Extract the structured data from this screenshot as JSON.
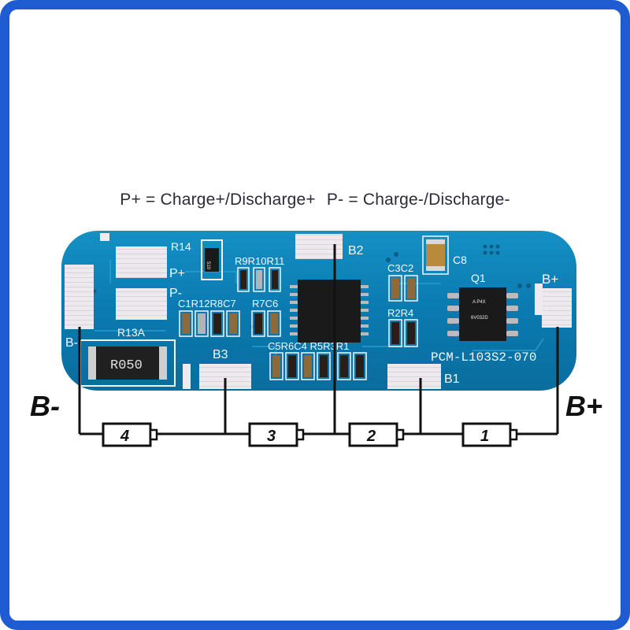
{
  "caption": {
    "pplus": "P+ = Charge+/Discharge+",
    "pminus": "P- = Charge-/Discharge-"
  },
  "board": {
    "model": "PCM-L103S2-070",
    "pads": {
      "p_plus": "P+",
      "p_minus": "P-",
      "b_minus": "B-",
      "b_plus": "B+",
      "b1": "B1",
      "b2": "B2",
      "b3": "B3"
    },
    "components": {
      "r14": "R14",
      "r13a": "R13A",
      "r9r10r11": "R9R10R11",
      "c1r12r8c7": "C1R12R8C7",
      "r7c6": "R7C6",
      "c3c2": "C3C2",
      "c8": "C8",
      "q1": "Q1",
      "r2r4": "R2R4",
      "c5r6c4r5r3r1": "C5R6C4 R5R3R1",
      "shunt_marking": "R050",
      "r14_marking": "510",
      "q1_marking_1": "A P4X",
      "q1_marking_2": "6V032D"
    },
    "colors": {
      "pcb": "#0e7fb4",
      "pad": "#e9e6ea",
      "silk": "#f4f8fa",
      "frame": "#1f5bd1"
    }
  },
  "wiring": {
    "label_b_minus": "B-",
    "label_b_plus": "B+",
    "cells": [
      "4",
      "3",
      "2",
      "1"
    ]
  }
}
